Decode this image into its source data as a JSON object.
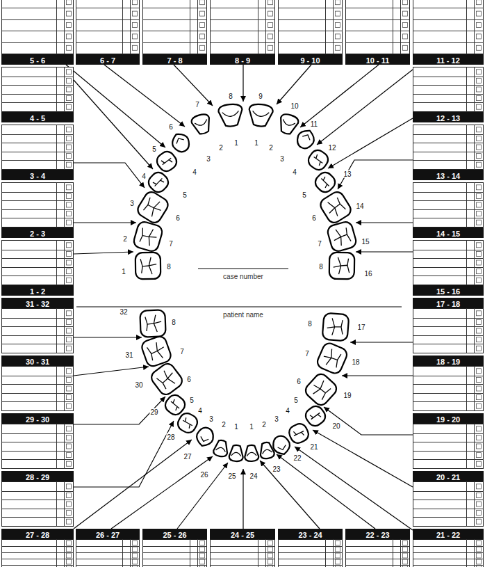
{
  "diagram": {
    "nodes": [
      {
        "text": [
          "5 - 6"
        ]
      },
      {
        "text": [
          "6 - 7"
        ]
      },
      {
        "text": [
          "7 - 8"
        ]
      },
      {
        "text": [
          "8 - 9"
        ]
      },
      {
        "text": [
          "9 - 10"
        ]
      },
      {
        "text": [
          "10 - 11"
        ]
      },
      {
        "text": [
          "11 - 12"
        ]
      },
      {
        "text": [
          "4 - 5"
        ]
      },
      {
        "text": [
          "12 - 13"
        ]
      },
      {
        "text": [
          "3 - 4"
        ]
      },
      {
        "text": [
          "13 - 14"
        ]
      },
      {
        "text": [
          "2 - 3"
        ]
      },
      {
        "text": [
          "14 - 15"
        ]
      },
      {
        "text": [
          "1 - 2"
        ]
      },
      {
        "text": [
          "15 - 16"
        ]
      },
      {
        "text": [
          "31 - 32"
        ]
      },
      {
        "text": [
          "17 - 18"
        ]
      },
      {
        "text": [
          "30 - 31"
        ]
      },
      {
        "text": [
          "18 - 19"
        ]
      },
      {
        "text": [
          "29 - 30"
        ]
      },
      {
        "text": [
          "19 - 20"
        ]
      },
      {
        "text": [
          "28 - 29"
        ]
      },
      {
        "text": [
          "20 - 21"
        ]
      },
      {
        "text": [
          "27 - 28"
        ]
      },
      {
        "text": [
          "26 - 27"
        ]
      },
      {
        "text": [
          "25 - 26"
        ]
      },
      {
        "text": [
          "24 - 25"
        ]
      },
      {
        "text": [
          "23 - 24"
        ]
      },
      {
        "text": [
          "22 - 23"
        ]
      },
      {
        "text": [
          "21 - 22"
        ]
      }
    ],
    "labels": [
      "1",
      "2",
      "3",
      "4",
      "5",
      "6",
      "7",
      "8",
      "9",
      "10",
      "11",
      "12",
      "13",
      "14",
      "15",
      "16",
      "8",
      "7",
      "6",
      "5",
      "4",
      "3",
      "2",
      "1",
      "1",
      "2",
      "3",
      "4",
      "5",
      "6",
      "7",
      "8",
      "case number",
      "patient name",
      "32",
      "31",
      "30",
      "29",
      "28",
      "27",
      "26",
      "25",
      "24",
      "23",
      "22",
      "21",
      "20",
      "19",
      "18",
      "17",
      "8",
      "7",
      "6",
      "5",
      "4",
      "3",
      "2",
      "1",
      "1",
      "2",
      "3",
      "4",
      "5",
      "6",
      "7",
      "8"
    ]
  }
}
